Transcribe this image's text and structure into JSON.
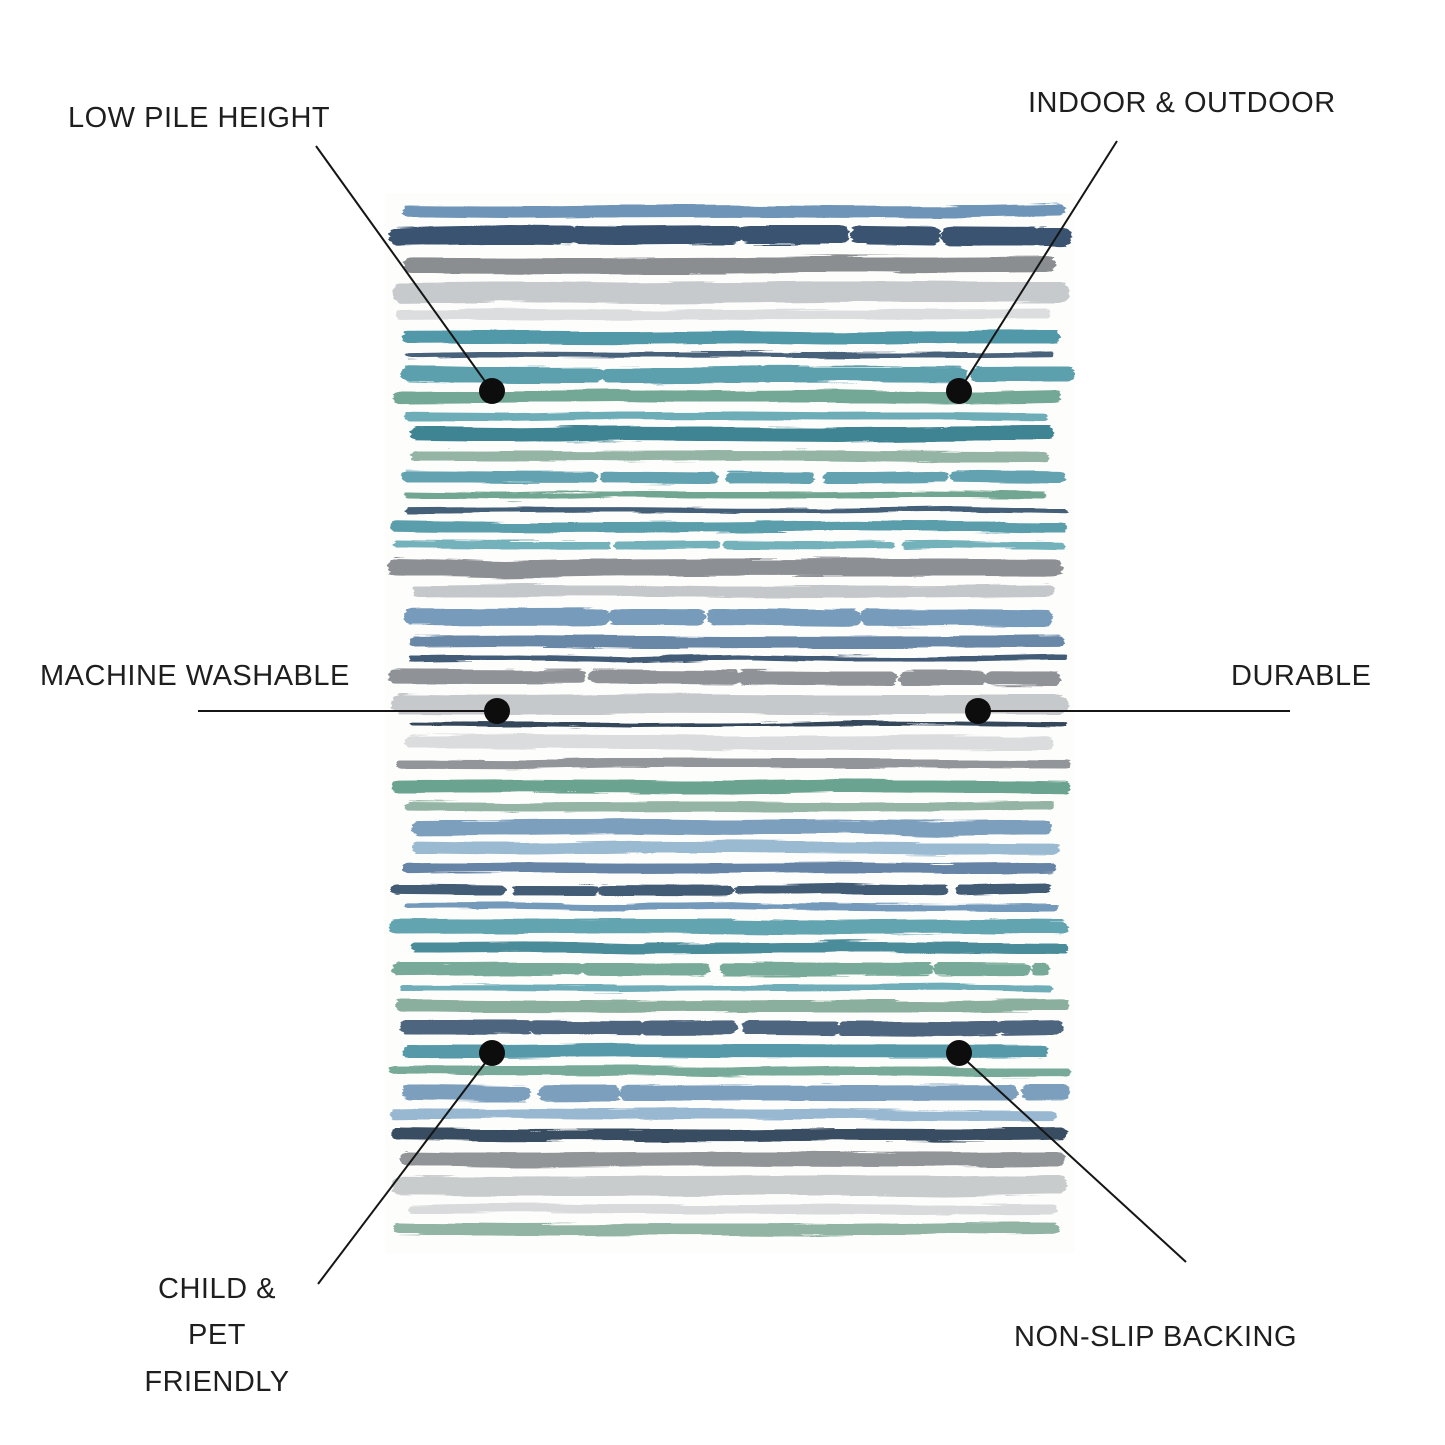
{
  "diagram": {
    "type": "product-feature-callouts",
    "subject": "striped area rug",
    "line_color": "#151515",
    "dot_color": "#0d0d0d",
    "label_color": "#1e1e1e"
  },
  "callouts": [
    {
      "id": "low-pile-height",
      "label": "LOW PILE HEIGHT"
    },
    {
      "id": "indoor-outdoor",
      "label": "INDOOR & OUTDOOR"
    },
    {
      "id": "machine-washable",
      "label": "MACHINE WASHABLE"
    },
    {
      "id": "durable",
      "label": "DURABLE"
    },
    {
      "id": "child-pet-friendly",
      "label": "CHILD &\nPET FRIENDLY"
    },
    {
      "id": "non-slip-backing",
      "label": "NON-SLIP BACKING"
    }
  ],
  "rug": {
    "background": "#fdfdfc",
    "palette": {
      "navy": "#35516d",
      "dknavy": "#2d4257",
      "blue": "#6e95b7",
      "ltblue": "#8fb2cd",
      "steel": "#54779c",
      "teal": "#4f97a6",
      "dkteal": "#38808f",
      "aqua": "#63a8b4",
      "green": "#6ba390",
      "sage": "#8aae9d",
      "gray": "#85898d",
      "ltgray": "#c3c6c8",
      "silver": "#d7d9da"
    },
    "stripes": [
      {
        "c": "blue",
        "w": 9,
        "g": 7
      },
      {
        "c": "navy",
        "w": 15,
        "g": 9,
        "d": 1
      },
      {
        "c": "gray",
        "w": 12,
        "g": 7
      },
      {
        "c": "ltgray",
        "w": 16,
        "g": 5
      },
      {
        "c": "silver",
        "w": 8,
        "g": 9
      },
      {
        "c": "teal",
        "w": 10,
        "g": 6
      },
      {
        "c": "navy",
        "w": 4,
        "g": 7
      },
      {
        "c": "teal",
        "w": 12,
        "g": 7,
        "d": 1
      },
      {
        "c": "green",
        "w": 9,
        "g": 7
      },
      {
        "c": "aqua",
        "w": 6,
        "g": 5
      },
      {
        "c": "dkteal",
        "w": 11,
        "g": 8
      },
      {
        "c": "sage",
        "w": 8,
        "g": 7
      },
      {
        "c": "teal",
        "w": 9,
        "g": 7,
        "d": 1
      },
      {
        "c": "green",
        "w": 5,
        "g": 7
      },
      {
        "c": "navy",
        "w": 4,
        "g": 7
      },
      {
        "c": "teal",
        "w": 8,
        "g": 7
      },
      {
        "c": "aqua",
        "w": 6,
        "g": 8,
        "d": 1
      },
      {
        "c": "gray",
        "w": 13,
        "g": 7
      },
      {
        "c": "ltgray",
        "w": 9,
        "g": 9
      },
      {
        "c": "blue",
        "w": 13,
        "g": 7,
        "d": 1
      },
      {
        "c": "steel",
        "w": 9,
        "g": 7
      },
      {
        "c": "navy",
        "w": 4,
        "g": 7
      },
      {
        "c": "gray",
        "w": 11,
        "g": 7,
        "d": 1
      },
      {
        "c": "ltgray",
        "w": 15,
        "g": 7
      },
      {
        "c": "dknavy",
        "w": 3,
        "g": 7
      },
      {
        "c": "silver",
        "w": 11,
        "g": 7
      },
      {
        "c": "gray",
        "w": 7,
        "g": 9
      },
      {
        "c": "green",
        "w": 10,
        "g": 7
      },
      {
        "c": "sage",
        "w": 7,
        "g": 7
      },
      {
        "c": "blue",
        "w": 11,
        "g": 6
      },
      {
        "c": "ltblue",
        "w": 9,
        "g": 7
      },
      {
        "c": "steel",
        "w": 8,
        "g": 8
      },
      {
        "c": "navy",
        "w": 8,
        "g": 7,
        "d": 1
      },
      {
        "c": "blue",
        "w": 5,
        "g": 8
      },
      {
        "c": "teal",
        "w": 11,
        "g": 6
      },
      {
        "c": "dkteal",
        "w": 8,
        "g": 7
      },
      {
        "c": "green",
        "w": 10,
        "g": 7,
        "d": 1
      },
      {
        "c": "aqua",
        "w": 5,
        "g": 7
      },
      {
        "c": "sage",
        "w": 9,
        "g": 7
      },
      {
        "c": "navy",
        "w": 11,
        "g": 7,
        "d": 1
      },
      {
        "c": "teal",
        "w": 10,
        "g": 7
      },
      {
        "c": "green",
        "w": 7,
        "g": 7
      },
      {
        "c": "blue",
        "w": 12,
        "g": 7,
        "d": 1
      },
      {
        "c": "ltblue",
        "w": 8,
        "g": 7
      },
      {
        "c": "dknavy",
        "w": 9,
        "g": 9
      },
      {
        "c": "gray",
        "w": 11,
        "g": 7
      },
      {
        "c": "ltgray",
        "w": 15,
        "g": 7
      },
      {
        "c": "silver",
        "w": 7,
        "g": 7
      },
      {
        "c": "sage",
        "w": 9,
        "g": 5
      }
    ]
  }
}
